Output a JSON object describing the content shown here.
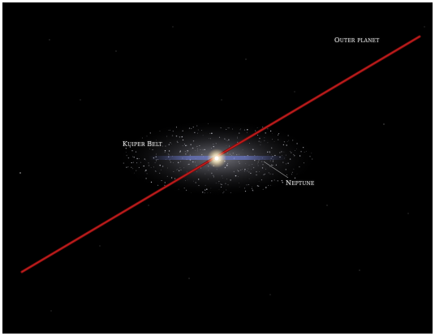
{
  "labels": {
    "outer_planet": "Outer planet",
    "kuiper_belt": "Kuiper Belt",
    "neptune": "Neptune"
  },
  "colors": {
    "background": "#000000",
    "orbit_line": "#b01818",
    "kuiper_belt": "#c8c8d8",
    "neptune_orbit": "#6a78c8",
    "sun": "#fff6d8"
  }
}
